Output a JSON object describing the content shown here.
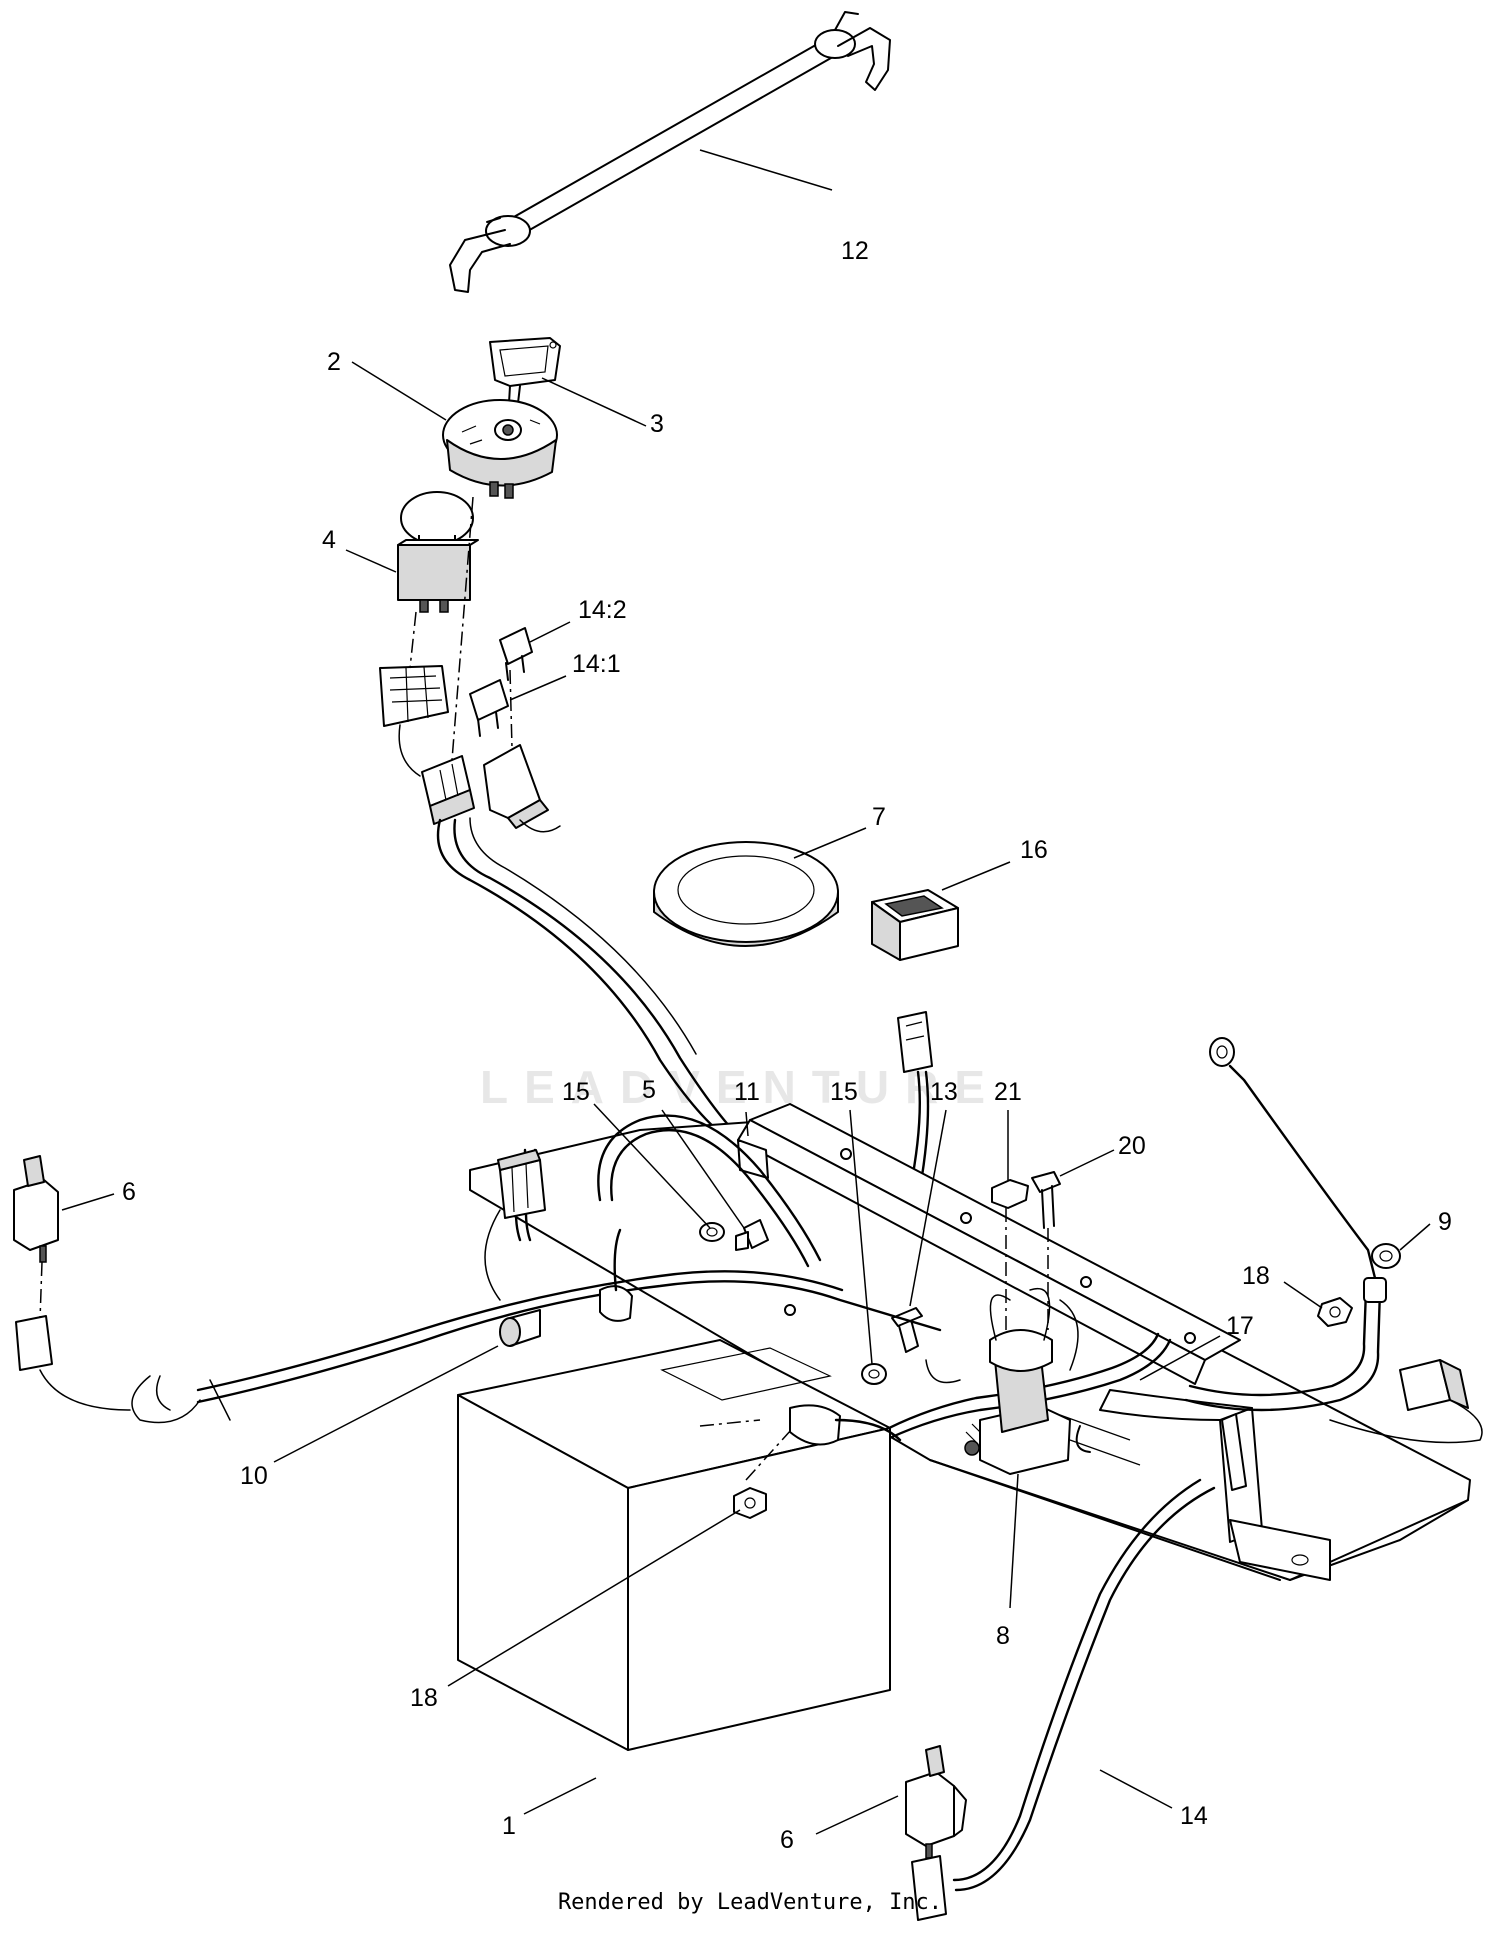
{
  "diagram": {
    "callouts": [
      {
        "id": "c12",
        "text": "12"
      },
      {
        "id": "c2",
        "text": "2"
      },
      {
        "id": "c3",
        "text": "3"
      },
      {
        "id": "c4",
        "text": "4"
      },
      {
        "id": "c14-2",
        "text": "14:2"
      },
      {
        "id": "c14-1",
        "text": "14:1"
      },
      {
        "id": "c7",
        "text": "7"
      },
      {
        "id": "c16",
        "text": "16"
      },
      {
        "id": "c15a",
        "text": "15"
      },
      {
        "id": "c5",
        "text": "5"
      },
      {
        "id": "c11",
        "text": "11"
      },
      {
        "id": "c15b",
        "text": "15"
      },
      {
        "id": "c13",
        "text": "13"
      },
      {
        "id": "c21",
        "text": "21"
      },
      {
        "id": "c20",
        "text": "20"
      },
      {
        "id": "c6a",
        "text": "6"
      },
      {
        "id": "c9",
        "text": "9"
      },
      {
        "id": "c18a",
        "text": "18"
      },
      {
        "id": "c17",
        "text": "17"
      },
      {
        "id": "c10",
        "text": "10"
      },
      {
        "id": "c8",
        "text": "8"
      },
      {
        "id": "c18b",
        "text": "18"
      },
      {
        "id": "c1",
        "text": "1"
      },
      {
        "id": "c14",
        "text": "14"
      },
      {
        "id": "c6b",
        "text": "6"
      }
    ],
    "watermark": "LEADVENTURE",
    "footer": "Rendered by LeadVenture, Inc."
  }
}
